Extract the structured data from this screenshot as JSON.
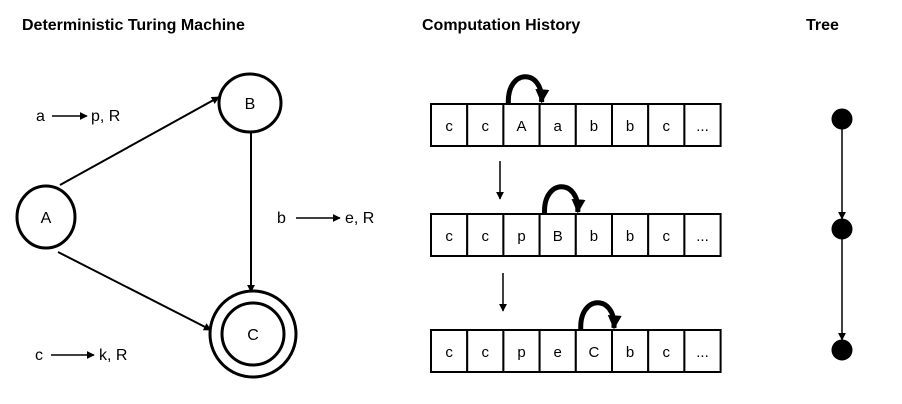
{
  "titles": {
    "dtm": "Deterministic Turing Machine",
    "history": "Computation History",
    "tree": "Tree"
  },
  "states": {
    "a": "A",
    "b": "B",
    "c": "C"
  },
  "transitions": {
    "t1": {
      "read": "a",
      "write_move": "p, R"
    },
    "t2": {
      "read": "b",
      "write_move": "e, R"
    },
    "t3": {
      "read": "c",
      "write_move": "k, R"
    }
  },
  "tapes": [
    {
      "cells": [
        "c",
        "c",
        "A",
        "a",
        "b",
        "b",
        "c",
        "..."
      ],
      "head": 2
    },
    {
      "cells": [
        "c",
        "c",
        "p",
        "B",
        "b",
        "b",
        "c",
        "..."
      ],
      "head": 3
    },
    {
      "cells": [
        "c",
        "c",
        "p",
        "e",
        "C",
        "b",
        "c",
        "..."
      ],
      "head": 4
    }
  ],
  "tree": {
    "node_count": 3
  }
}
